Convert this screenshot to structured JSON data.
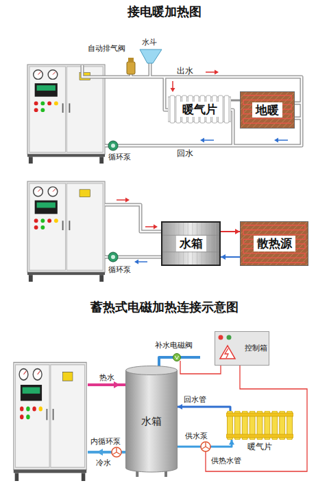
{
  "diagram": {
    "title": "接电暖加热图",
    "nodes": [
      {
        "text": [
          "暖气片"
        ]
      },
      {
        "text": [
          "地暖"
        ]
      },
      {
        "text": [
          "水箱"
        ]
      },
      {
        "text": [
          "散热源"
        ]
      },
      {
        "text": [
          "控制箱"
        ]
      },
      {
        "text": [
          "水箱"
        ]
      },
      {
        "text": [
          "暖气片"
        ]
      }
    ],
    "edges": [
      {
        "from": 0,
        "to": 1,
        "arrow": "none"
      },
      {
        "from": 2,
        "to": 3,
        "arrow": "to"
      },
      {
        "from": 3,
        "to": 2,
        "arrow": "to"
      },
      {
        "from": 5,
        "to": 6,
        "arrow": "to"
      },
      {
        "from": 6,
        "to": 5,
        "arrow": "to"
      }
    ],
    "labels": [
      "自动排气阀",
      "水斗",
      "出水",
      "回水",
      "循环泵",
      "循环泵",
      "蓄热式电磁加热连接示意图",
      "补水电磁阀",
      "热水",
      "回水管",
      "内循环泵",
      "供水泵",
      "冷水",
      "供热水管"
    ]
  }
}
